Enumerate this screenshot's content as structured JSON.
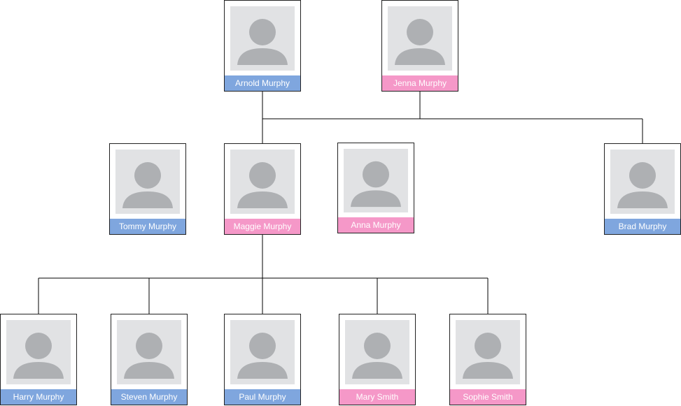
{
  "colors": {
    "male_bar": "#7fa6de",
    "female_bar": "#f598c8",
    "photo_bg": "#e1e2e4",
    "avatar": "#aeb0b3",
    "connector": "#000000",
    "card_border": "#222222"
  },
  "icons": {
    "avatar": "person-silhouette-icon"
  },
  "people": [
    {
      "id": "arnold",
      "name": "Arnold Murphy",
      "gender": "male"
    },
    {
      "id": "jenna",
      "name": "Jenna Murphy",
      "gender": "female"
    },
    {
      "id": "tommy",
      "name": "Tommy Murphy",
      "gender": "male"
    },
    {
      "id": "maggie",
      "name": "Maggie Murphy",
      "gender": "female"
    },
    {
      "id": "anna",
      "name": "Anna Murphy",
      "gender": "female"
    },
    {
      "id": "brad",
      "name": "Brad Murphy",
      "gender": "male"
    },
    {
      "id": "harry",
      "name": "Harry Murphy",
      "gender": "male"
    },
    {
      "id": "steven",
      "name": "Steven Murphy",
      "gender": "male"
    },
    {
      "id": "paul",
      "name": "Paul Murphy",
      "gender": "male"
    },
    {
      "id": "mary",
      "name": "Mary Smith",
      "gender": "female"
    },
    {
      "id": "sophie",
      "name": "Sophie Smith",
      "gender": "female"
    }
  ],
  "relationships": [
    {
      "parents": [
        "arnold",
        "jenna"
      ],
      "children": [
        "maggie",
        "brad"
      ]
    },
    {
      "parents": [
        "maggie"
      ],
      "children": [
        "harry",
        "steven",
        "paul",
        "mary",
        "sophie"
      ]
    }
  ]
}
